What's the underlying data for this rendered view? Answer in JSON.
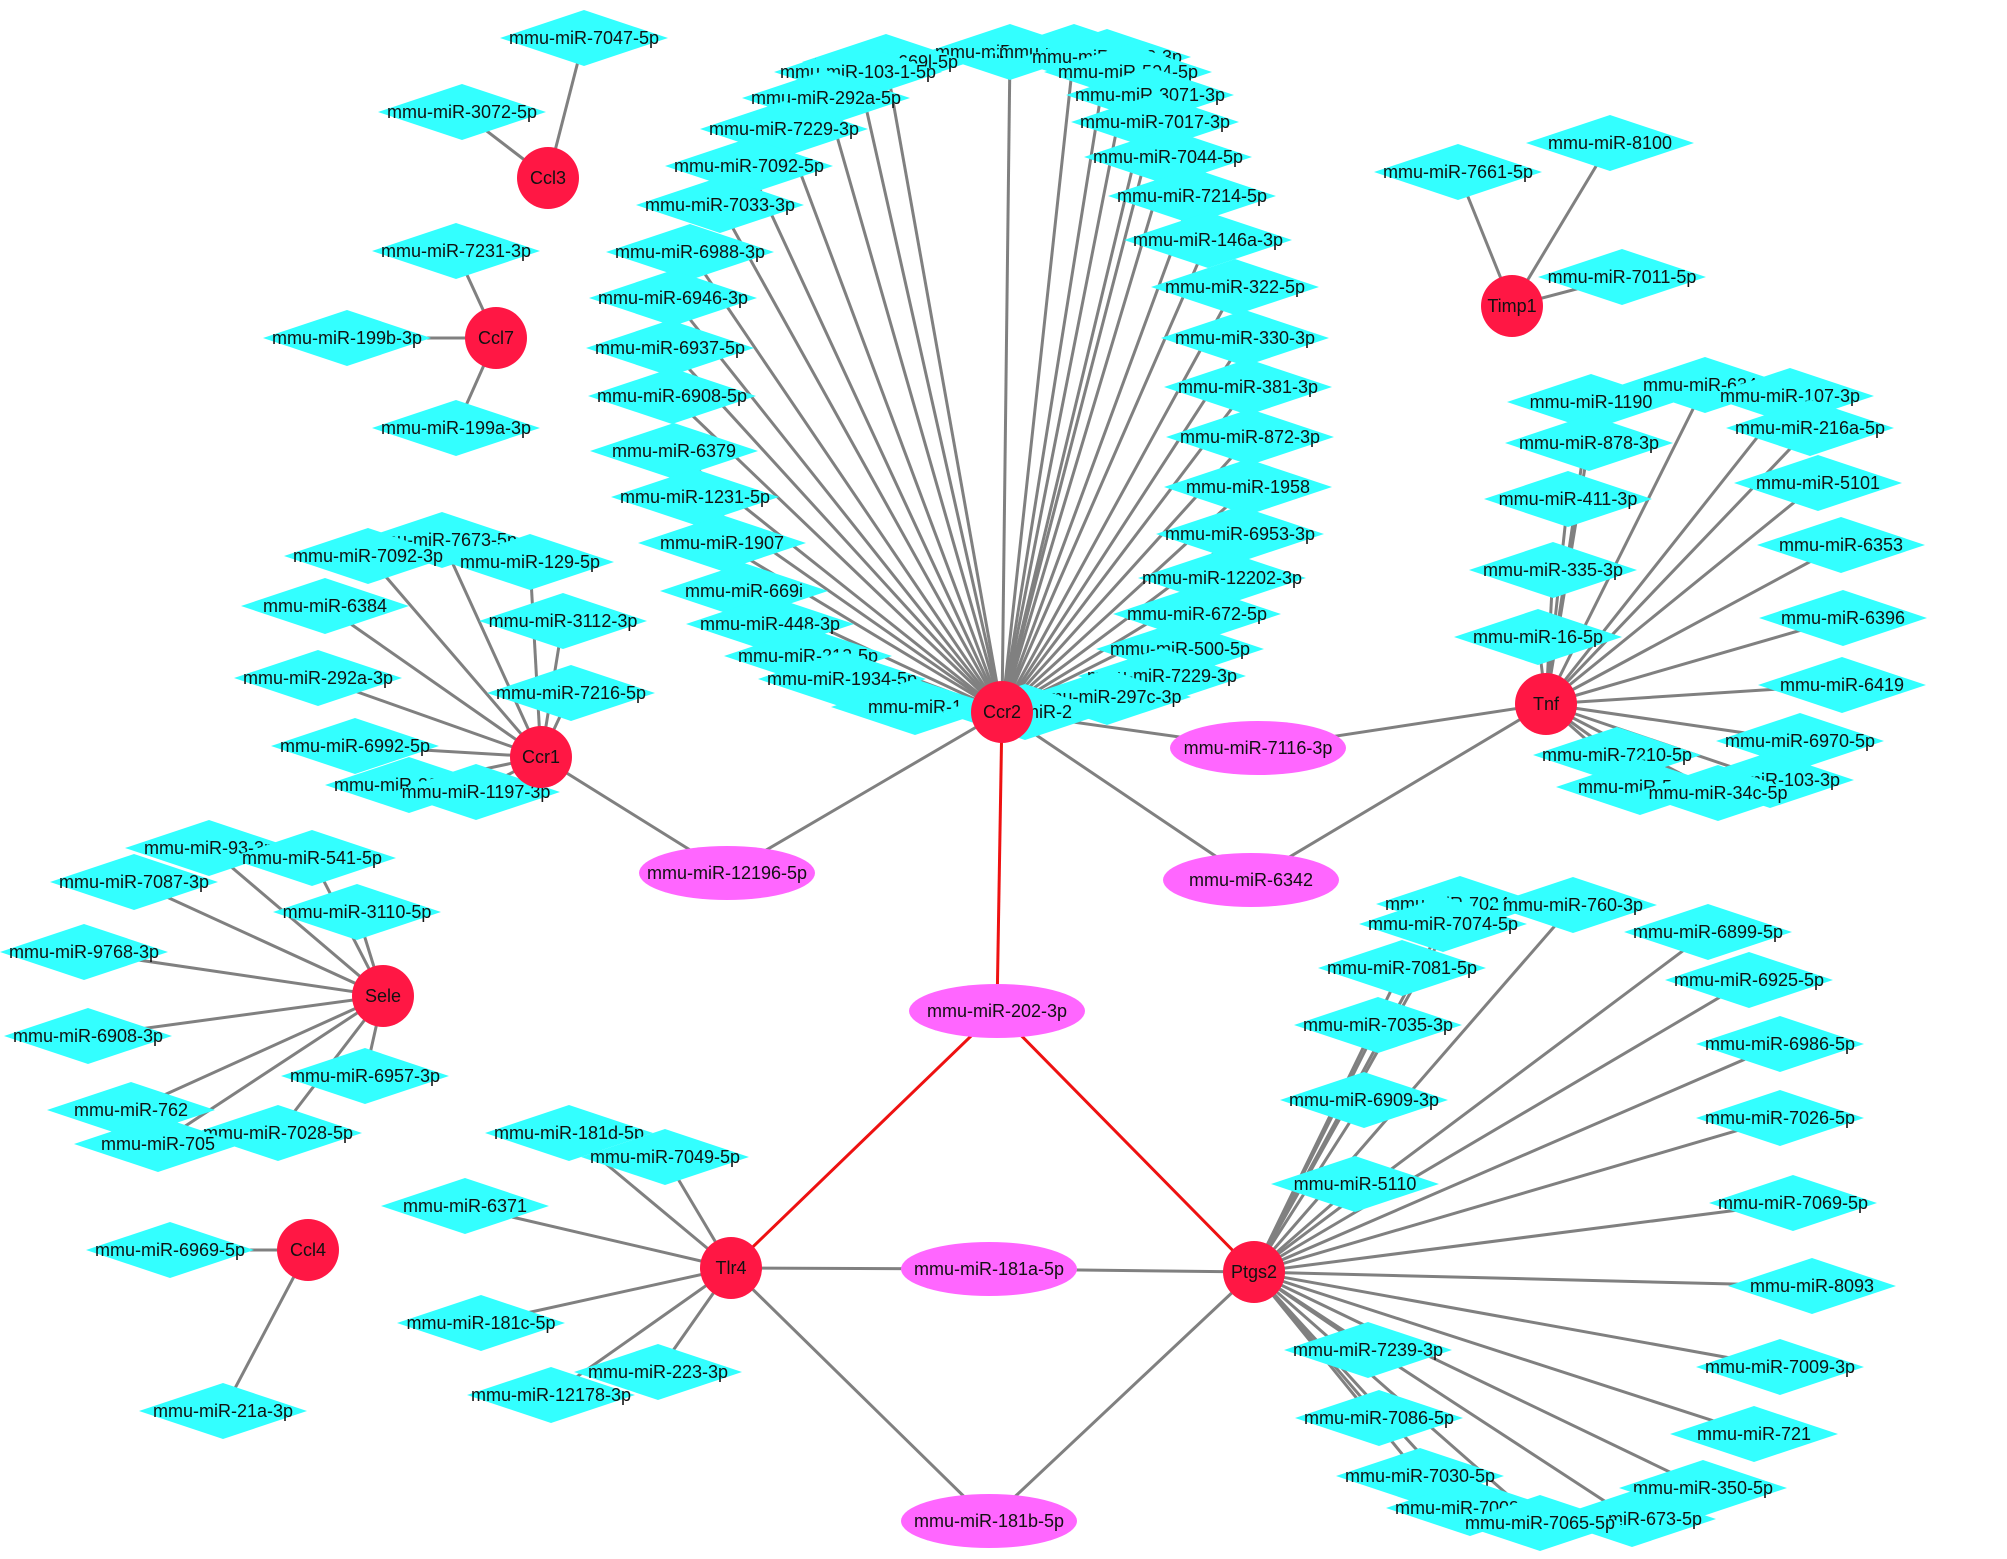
{
  "colors": {
    "background": "#ffffff",
    "gene": "#ff1744",
    "mirna_single": "#33ffff",
    "mirna_shared": "#ff66ff",
    "edge": "#808080",
    "edge_highlight": "#ee1111"
  },
  "genes": [
    "Ccl3",
    "Ccl7",
    "Timp1",
    "Ccr2",
    "Ccr1",
    "Tnf",
    "Sele",
    "Ccl4",
    "Tlr4",
    "Ptgs2"
  ],
  "shared_mirnas": [
    "mmu-miR-7116-3p",
    "mmu-miR-12196-5p",
    "mmu-miR-6342",
    "mmu-miR-202-3p",
    "mmu-miR-181a-5p",
    "mmu-miR-181b-5p"
  ],
  "gene_mirnas": {
    "Ccl3": [
      "mmu-miR-7047-5p",
      "mmu-miR-3072-5p"
    ],
    "Ccl7": [
      "mmu-miR-7231-3p",
      "mmu-miR-199b-3p",
      "mmu-miR-199a-3p"
    ],
    "Timp1": [
      "mmu-miR-8100",
      "mmu-miR-7661-5p",
      "mmu-miR-7011-5p"
    ],
    "Ccl4": [
      "mmu-miR-6969-5p",
      "mmu-miR-21a-3p"
    ],
    "Ccr2": [
      "mmu-miR-6975-3p",
      "mmu-miR-3621-3p",
      "mmu-miR-3063-3p",
      "mmu-miR-669l-5p",
      "mmu-miR-103-1-5p",
      "mmu-miR-292a-5p",
      "mmu-miR-504-5p",
      "mmu-miR-3071-3p",
      "mmu-miR-7017-3p",
      "mmu-miR-7229-3p",
      "mmu-miR-7092-5p",
      "mmu-miR-7044-5p",
      "mmu-miR-7214-5p",
      "mmu-miR-7033-3p",
      "mmu-miR-146a-3p",
      "mmu-miR-6988-3p",
      "mmu-miR-322-5p",
      "mmu-miR-6946-3p",
      "mmu-miR-330-3p",
      "mmu-miR-6937-5p",
      "mmu-miR-381-3p",
      "mmu-miR-6908-5p",
      "mmu-miR-872-3p",
      "mmu-miR-6379",
      "mmu-miR-1958",
      "mmu-miR-1231-5p",
      "mmu-miR-6953-3p",
      "mmu-miR-1907",
      "mmu-miR-12202-3p",
      "mmu-miR-669i",
      "mmu-miR-672-5p",
      "mmu-miR-448-3p",
      "mmu-miR-500-5p",
      "mmu-miR-212-5p",
      "mmu-miR-7229-3p",
      "mmu-miR-1934-5p",
      "mmu-miR-297c-3p",
      "mmu-miR-1",
      "mmu-miR-2"
    ],
    "Ccr1": [
      "mmu-miR-7673-5p",
      "mmu-miR-7092-3p",
      "mmu-miR-129-5p",
      "mmu-miR-6384",
      "mmu-miR-3112-3p",
      "mmu-miR-292a-3p",
      "mmu-miR-7216-5p",
      "mmu-miR-6992-5p",
      "mmu-miR-3059-5p",
      "mmu-miR-1197-3p"
    ],
    "Tnf": [
      "mmu-miR-6340",
      "mmu-miR-1190",
      "mmu-miR-107-3p",
      "mmu-miR-216a-5p",
      "mmu-miR-878-3p",
      "mmu-miR-5101",
      "mmu-miR-411-3p",
      "mmu-miR-6353",
      "mmu-miR-335-3p",
      "mmu-miR-6396",
      "mmu-miR-16-5p",
      "mmu-miR-6419",
      "mmu-miR-6970-5p",
      "mmu-miR-7210-5p",
      "mmu-miR-103-3p",
      "mmu-miR-5099",
      "mmu-miR-34c-5p"
    ],
    "Sele": [
      "mmu-miR-93-3p",
      "mmu-miR-541-5p",
      "mmu-miR-7087-3p",
      "mmu-miR-3110-5p",
      "mmu-miR-9768-3p",
      "mmu-miR-6908-3p",
      "mmu-miR-6957-3p",
      "mmu-miR-762",
      "mmu-miR-7028-5p",
      "mmu-miR-705"
    ],
    "Tlr4": [
      "mmu-miR-181d-5p",
      "mmu-miR-7049-5p",
      "mmu-miR-6371",
      "mmu-miR-181c-5p",
      "mmu-miR-223-3p",
      "mmu-miR-12178-3p"
    ],
    "Ptgs2": [
      "mmu-miR-7024-5p",
      "mmu-miR-760-3p",
      "mmu-miR-7074-5p",
      "mmu-miR-6899-5p",
      "mmu-miR-7081-5p",
      "mmu-miR-6925-5p",
      "mmu-miR-7035-3p",
      "mmu-miR-6986-5p",
      "mmu-miR-6909-3p",
      "mmu-miR-7026-5p",
      "mmu-miR-5110",
      "mmu-miR-7069-5p",
      "mmu-miR-8093",
      "mmu-miR-7239-3p",
      "mmu-miR-7009-3p",
      "mmu-miR-7086-5p",
      "mmu-miR-721",
      "mmu-miR-7030-5p",
      "mmu-miR-350-5p",
      "mmu-miR-7008-5p",
      "mmu-miR-673-5p",
      "mmu-miR-7065-5p"
    ]
  },
  "edges": [
    [
      "Ccr2",
      "mmu-miR-7116-3p"
    ],
    [
      "Tnf",
      "mmu-miR-7116-3p"
    ],
    [
      "Ccr2",
      "mmu-miR-12196-5p"
    ],
    [
      "Ccr1",
      "mmu-miR-12196-5p"
    ],
    [
      "Ccr2",
      "mmu-miR-6342"
    ],
    [
      "Tnf",
      "mmu-miR-6342"
    ],
    [
      "Tlr4",
      "mmu-miR-181a-5p"
    ],
    [
      "Ptgs2",
      "mmu-miR-181a-5p"
    ],
    [
      "Tlr4",
      "mmu-miR-181b-5p"
    ],
    [
      "Ptgs2",
      "mmu-miR-181b-5p"
    ]
  ],
  "highlight_edges": [
    [
      "Ccr2",
      "mmu-miR-202-3p"
    ],
    [
      "Tlr4",
      "mmu-miR-202-3p"
    ],
    [
      "Ptgs2",
      "mmu-miR-202-3p"
    ]
  ]
}
